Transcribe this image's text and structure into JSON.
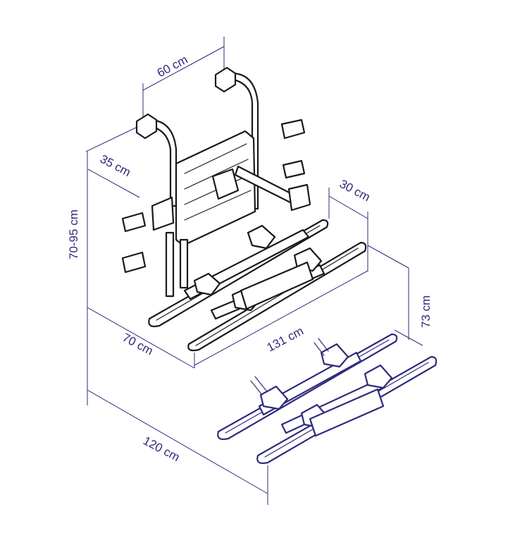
{
  "colors": {
    "dimension": "#2f2a7a",
    "drawing": "#1a1a1a",
    "background": "#ffffff"
  },
  "dimensions": {
    "width_top": "60 cm",
    "depth_arm": "35 cm",
    "height_mount": "70-95 cm",
    "rail_offset": "30 cm",
    "height_lowered": "73 cm",
    "rail_length": "131 cm",
    "depth_base": "70 cm",
    "depth_total": "120 cm"
  }
}
